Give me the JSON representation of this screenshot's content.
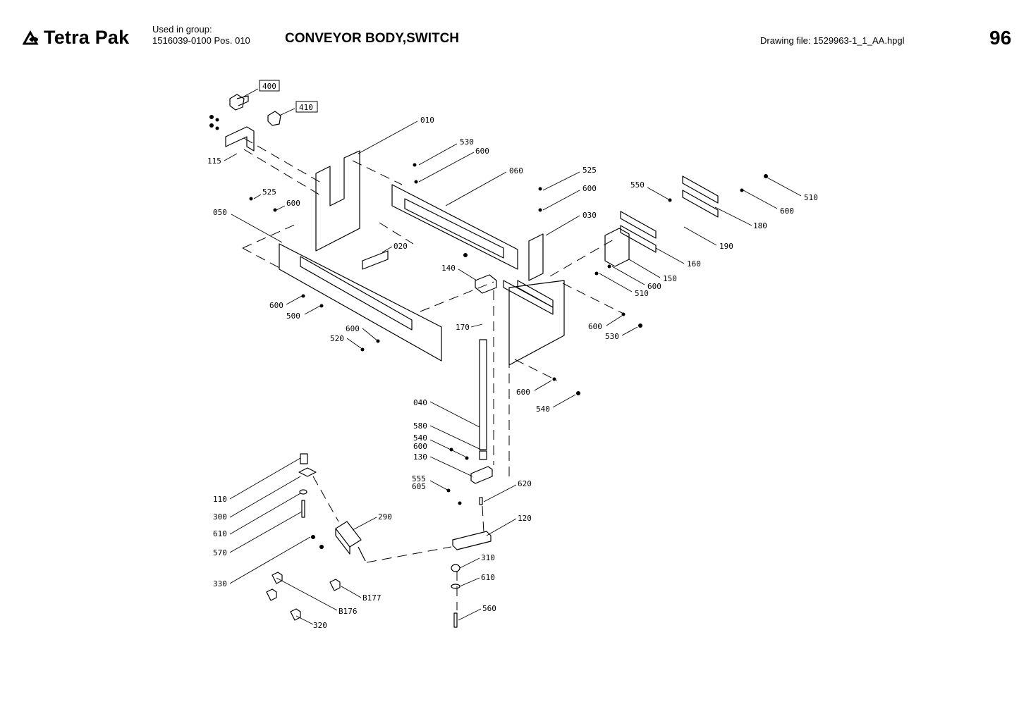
{
  "header": {
    "brand": "Tetra Pak",
    "used_in_group_label": "Used in group:",
    "used_in_group_value": "1516039-0100 Pos. 010",
    "title": "CONVEYOR BODY,SWITCH",
    "drawing_file": "Drawing file:  1529963-1_1_AA.hpgl",
    "page_number": "96"
  },
  "callouts": {
    "boxed": [
      "400",
      "410"
    ],
    "plain": [
      "010",
      "115",
      "525",
      "600",
      "050",
      "020",
      "530",
      "600",
      "060",
      "525",
      "600",
      "030",
      "550",
      "510",
      "600",
      "180",
      "190",
      "160",
      "150",
      "600",
      "510",
      "140",
      "600",
      "500",
      "600",
      "520",
      "170",
      "600",
      "530",
      "600",
      "540",
      "040",
      "580",
      "540",
      "600",
      "130",
      "555",
      "605",
      "620",
      "110",
      "300",
      "610",
      "570",
      "290",
      "120",
      "330",
      "310",
      "610",
      "B177",
      "560",
      "B176",
      "320"
    ]
  }
}
